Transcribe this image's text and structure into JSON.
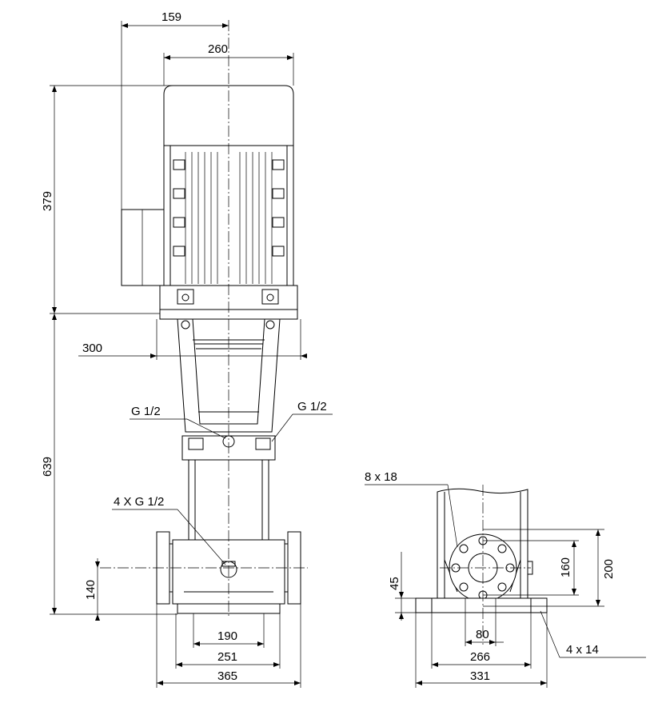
{
  "dimensions": {
    "d159": "159",
    "d260": "260",
    "d379": "379",
    "d300": "300",
    "d639": "639",
    "d140": "140",
    "d190": "190",
    "d251": "251",
    "d365": "365",
    "d45": "45",
    "d160": "160",
    "d200": "200",
    "d80": "80",
    "d266": "266",
    "d331": "331"
  },
  "callouts": {
    "vent_left": "G 1/2",
    "vent_right": "G 1/2",
    "drain": "4 X G 1/2",
    "bolt_holes": "8 x 18",
    "foot_holes": "4 x 14"
  }
}
